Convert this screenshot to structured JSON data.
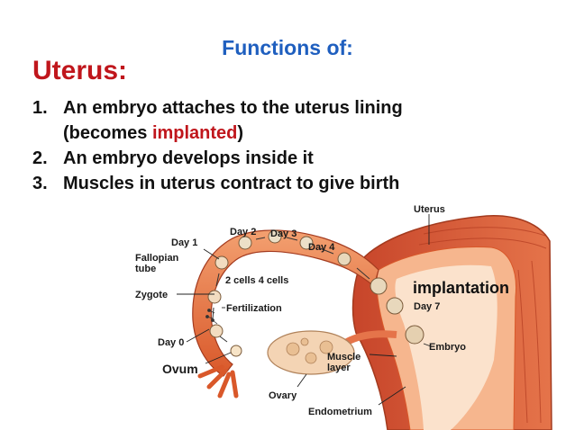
{
  "slide": {
    "title": "Functions of:",
    "heading": "Uterus:",
    "items": [
      {
        "number": "1.",
        "text": "An embryo attaches to the uterus lining"
      },
      {
        "number": "2.",
        "text": "An embryo develops inside it"
      },
      {
        "number": "3.",
        "text": "Muscles in uterus contract to give birth"
      }
    ],
    "item1_line2_pre": "(becomes ",
    "item1_line2_highlight": "implanted",
    "item1_line2_post": ")",
    "highlight_color": "#c0161c",
    "title_color": "#1f5fbf"
  },
  "diagram": {
    "labels": {
      "uterus": "Uterus",
      "day1": "Day 1",
      "day2": "Day 2",
      "day3": "Day 3",
      "day4": "Day 4",
      "fallopian_line1": "Fallopian",
      "fallopian_line2": "tube",
      "cells": "2 cells 4 cells",
      "zygote": "Zygote",
      "fertilization": "Fertilization",
      "day0": "Day 0",
      "ovum": "Ovum",
      "day7": "Day 7",
      "embryo": "Embryo",
      "muscle_line1": "Muscle",
      "muscle_line2": "layer",
      "ovary": "Ovary",
      "endometrium": "Endometrium"
    },
    "implantation_label": "implantation"
  }
}
